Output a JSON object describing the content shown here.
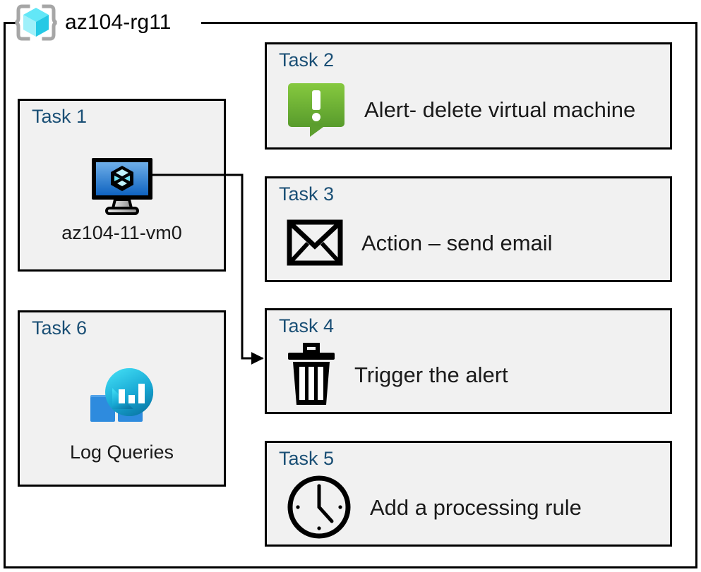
{
  "resource_group": {
    "title": "az104-rg11",
    "icon": "azure-resource-group-icon"
  },
  "colors": {
    "task_label": "#1A4F75",
    "card_fill": "#F1F1F1",
    "card_border": "#000000",
    "alert_green_top": "#7DC142",
    "alert_green_bottom": "#5B9E2D",
    "vm_blue_top": "#5FA3E0",
    "vm_blue_bottom": "#1268C3",
    "log_tile_light": "#50A0E8",
    "log_tile_dark": "#2E8BDE",
    "log_circle_top": "#33D2EF",
    "log_circle_bottom": "#0B7CA9",
    "rg_cube": "#4FE3F5",
    "rg_bracket": "#A6A6A6"
  },
  "cards": {
    "task1": {
      "label": "Task 1",
      "caption": "az104-11-vm0",
      "icon": "virtual-machine-icon"
    },
    "task6": {
      "label": "Task 6",
      "caption": "Log Queries",
      "icon": "log-analytics-icon"
    },
    "task2": {
      "label": "Task 2",
      "caption": "Alert- delete virtual machine",
      "icon": "alert-icon"
    },
    "task3": {
      "label": "Task 3",
      "caption": "Action – send email",
      "icon": "envelope-icon"
    },
    "task4": {
      "label": "Task 4",
      "caption": "Trigger the alert",
      "icon": "trash-icon"
    },
    "task5": {
      "label": "Task 5",
      "caption": "Add a processing rule",
      "icon": "clock-icon"
    }
  },
  "connector": {
    "from": "task1-vm-icon",
    "to": "task4-card",
    "style": "elbow-arrow"
  }
}
